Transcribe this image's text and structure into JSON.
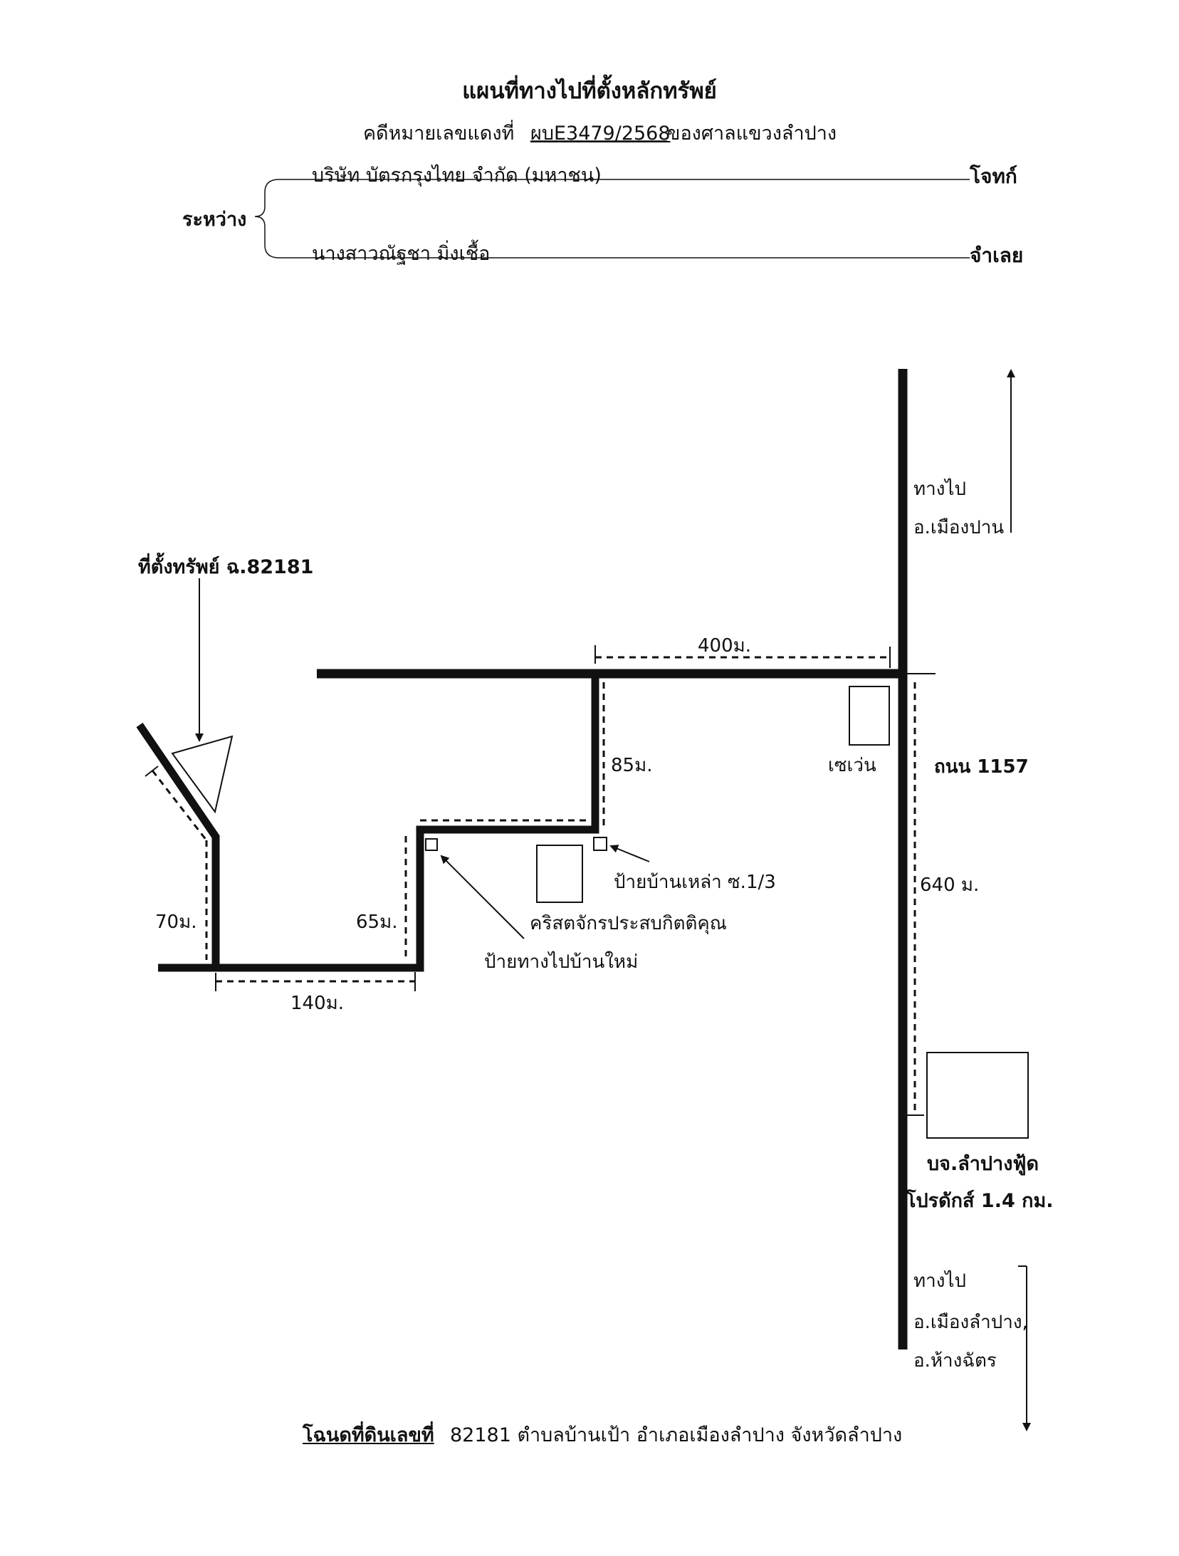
{
  "header": {
    "title": "แผนที่ทางไปที่ตั้งหลักทรัพย์",
    "case_prefix": "คดีหมายเลขแดงที่",
    "case_number": "ผบE3479/2568",
    "case_suffix": "ของศาลแขวงลำปาง",
    "between_label": "ระหว่าง",
    "plaintiff_name": "บริษัท บัตรกรุงไทย จำกัด (มหาชน)",
    "plaintiff_role": "โจทก์",
    "defendant_name": "นางสาวณัฐชา  มิ่งเชื้อ",
    "defendant_role": "จำเลย"
  },
  "map": {
    "property_label": "ที่ตั้งทรัพย์ ฉ.82181",
    "north_direction": [
      "ทางไป",
      "อ.เมืองปาน"
    ],
    "south_direction": [
      "ทางไป",
      "อ.เมืองลำปาง,",
      "อ.ห้างฉัตร"
    ],
    "road_name": "ถนน 1157",
    "seven_eleven": "เซเว่น",
    "company_name": [
      "บจ.ลำปางฟู้ด",
      "โปรดักส์ 1.4 กม."
    ],
    "church_name": "คริสตจักรประสบกิตติคุณ",
    "sign_ban_lao": "ป้ายบ้านเหล่า ซ.1/3",
    "sign_ban_mai": "ป้ายทางไปบ้านใหม่",
    "distances": {
      "d400": "400ม.",
      "d85": "85ม.",
      "d640": "640 ม.",
      "d65": "65ม.",
      "d70": "70ม.",
      "d140": "140ม."
    }
  },
  "footer": {
    "label": "โฉนดที่ดินเลขที่",
    "text": "82181 ตำบลบ้านเป้า อำเภอเมืองลำปาง จังหวัดลำปาง"
  }
}
